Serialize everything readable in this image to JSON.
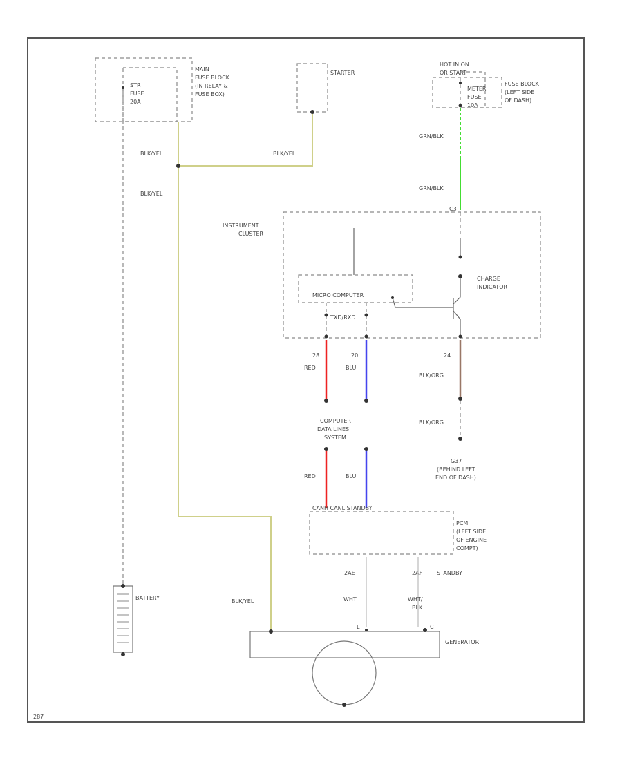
{
  "colors": {
    "yellow_wire": "#cfd08a",
    "green_wire": "#44dd33",
    "red_wire": "#ee2222",
    "blue_wire": "#4444ee",
    "brown_wire": "#997766",
    "gray_wire": "#c8c8c8"
  },
  "labels": {
    "main_fuse_block": [
      "MAIN",
      "FUSE BLOCK",
      "(IN RELAY &",
      "FUSE BOX)"
    ],
    "fuse_main": [
      "STR",
      "FUSE",
      "20A"
    ],
    "starter": "STARTER",
    "hot_in_on": [
      "HOT IN ON",
      "OR START"
    ],
    "meter_fuse": [
      "METER",
      "FUSE",
      "10A"
    ],
    "fuse_block_dash": [
      "FUSE BLOCK",
      "(LEFT SIDE",
      "OF DASH)"
    ],
    "wire_blk_yel": "BLK/YEL",
    "wire_grn_blk": "GRN/BLK",
    "terminal_c3": "C3",
    "instrument_cluster": [
      "INSTRUMENT",
      "CLUSTER"
    ],
    "micro_computer": "MICRO COMPUTER",
    "can_label": "TXD/RXD",
    "charge_indicator": [
      "CHARGE",
      "INDICATOR"
    ],
    "pin_28": "28",
    "pin_20": "20",
    "pin_24": "24",
    "wire_red": "RED",
    "wire_blu": "BLU",
    "wire_blk_org": "BLK/ORG",
    "computer_data_lines": [
      "COMPUTER",
      "DATA LINES",
      "SYSTEM"
    ],
    "ground_g37": [
      "G37",
      "(BEHIND LEFT",
      "END OF DASH)"
    ],
    "pcm_pins": "CANH   CANL   STANDBY",
    "pcm": [
      "PCM",
      "(LEFT SIDE",
      "OF ENGINE",
      "COMPT)"
    ],
    "pin_2ae": "2AE",
    "pin_2af": "2AF",
    "standby": "STANDBY",
    "wire_wht": "WHT",
    "wire_wht_blk": [
      "WHT/",
      "BLK"
    ],
    "battery": "BATTERY",
    "generator": "GENERATOR",
    "gen_pin_l": "L",
    "gen_pin_c": "C",
    "footer_code": "287"
  }
}
